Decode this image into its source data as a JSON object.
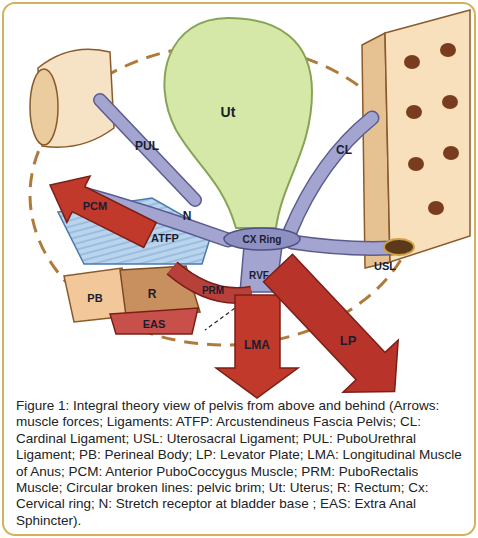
{
  "diagram": {
    "caption": "Figure 1: Integral theory view of pelvis from above and behind (Arrows: muscle forces; Ligaments: ATFP: Arcustendineus Fascia Pelvis; CL: Cardinal Ligament; USL: Uterosacral Ligament; PUL: PuboUrethral Ligament; PB: Perineal Body; LP: Levator Plate; LMA: Longitudinal Muscle of Anus; PCM: Anterior PuboCoccygus Muscle; PRM: PuboRectalis Muscle; Circular broken lines: pelvic brim; Ut: Uterus; R: Rectum; Cx: Cervical ring; N: Stretch receptor at bladder base ; EAS: Extra Anal Sphincter).",
    "labels": [
      "PUL",
      "Ut",
      "CL",
      "PCM",
      "N",
      "ATFP",
      "CX Ring",
      "USL",
      "PB",
      "R",
      "RVF",
      "PRM",
      "EAS",
      "LMA",
      "LP"
    ]
  }
}
